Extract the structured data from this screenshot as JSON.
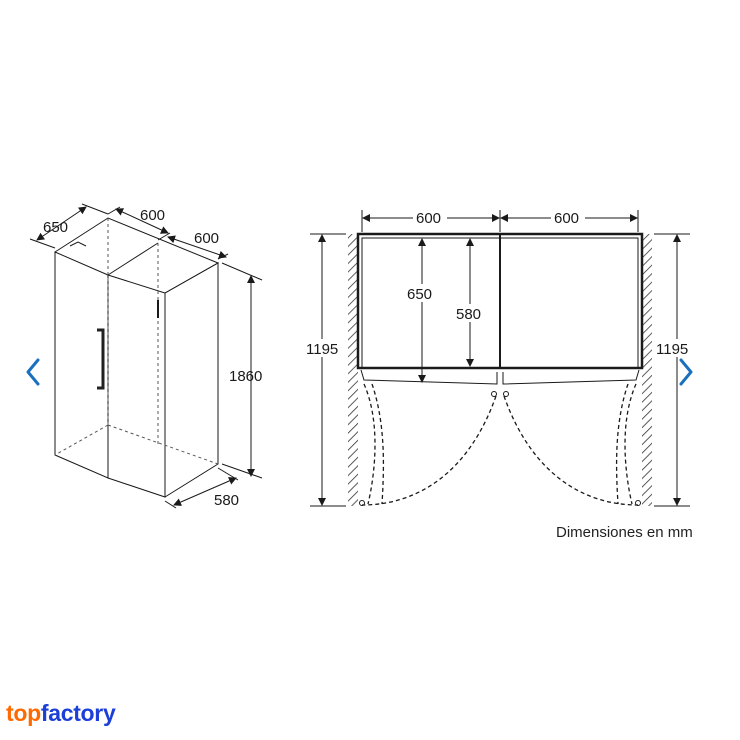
{
  "dimensions": {
    "iso_depth_left": "650",
    "iso_width_left": "600",
    "iso_width_right": "600",
    "iso_height": "1860",
    "iso_depth_bottom": "580",
    "plan_width_left": "600",
    "plan_width_right": "600",
    "plan_depth_open": "650",
    "plan_depth_closed": "580",
    "plan_swing_left": "1195",
    "plan_swing_right": "1195"
  },
  "caption": "Dimensiones en mm",
  "logo": {
    "part1": "top",
    "part2": "factory"
  },
  "colors": {
    "logo_orange": "#ff6a00",
    "logo_blue": "#1c3fd8",
    "nav_arrow": "#1a6fbf"
  },
  "icons": {
    "prev": "chevron-left-icon",
    "next": "chevron-right-icon"
  }
}
